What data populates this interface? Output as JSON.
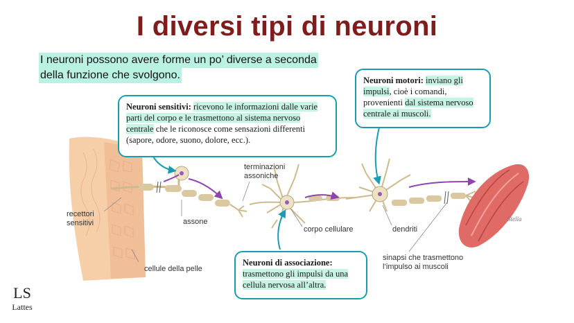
{
  "title": "I diversi tipi di neuroni",
  "intro": {
    "line1": "I neuroni possono avere forme un po’ diverse a seconda",
    "line2": "della funzione che svolgono."
  },
  "callouts": {
    "sensory": {
      "head": "Neuroni sensitivi:",
      "hl_text": "ricevono le informazioni dalle varie parti del corpo e le trasmettono al sistema nervoso centrale",
      "rest": "che le riconosce come sensazioni differenti (sapore, odore, suono, dolore, ecc.)."
    },
    "motor": {
      "head": "Neuroni motori:",
      "hl1": "inviano gli impulsi",
      "mid": ", cioè i comandi, provenienti",
      "hl2": "dal sistema nervoso centrale ai muscoli."
    },
    "association": {
      "head": "Neuroni di associazione:",
      "hl_text": "trasmettono gli impulsi da una cellula nervosa all’altra."
    }
  },
  "labels": {
    "receptors": "recettori sensitivi",
    "axon": "assone",
    "skin_cells": "cellule della pelle",
    "axon_terminals": "terminazioni assoniche",
    "cell_body": "corpo cellulare",
    "dendrites": "dendriti",
    "synapse": "sinapsi che trasmettono l’impulso ai muscoli"
  },
  "logo": {
    "mark": "LS",
    "name": "Lattes"
  },
  "signature": "Stella",
  "colors": {
    "title": "#7f1d1d",
    "callout_border": "#1a9cb0",
    "highlight": "#c7f3e5",
    "arrow": "#9b59b6",
    "muscle": "#d9534f"
  }
}
